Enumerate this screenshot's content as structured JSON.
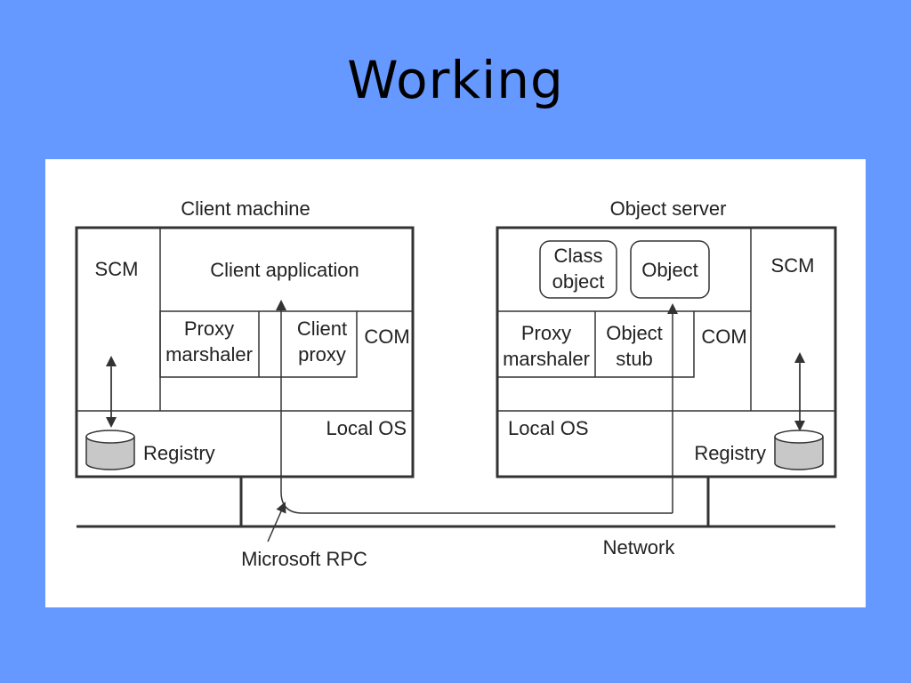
{
  "slide": {
    "title": "Working"
  },
  "colors": {
    "background": "#6699ff",
    "panel": "#ffffff",
    "line": "#333333",
    "cylinder": "#c8c8c8"
  },
  "diagram": {
    "client": {
      "heading": "Client machine",
      "scm": "SCM",
      "app": "Client application",
      "proxy_marshaler": [
        "Proxy",
        "marshaler"
      ],
      "client_proxy": [
        "Client",
        "proxy"
      ],
      "com": "COM",
      "local_os": "Local OS",
      "registry": "Registry"
    },
    "server": {
      "heading": "Object server",
      "class_object": [
        "Class",
        "object"
      ],
      "object": "Object",
      "scm": "SCM",
      "proxy_marshaler": [
        "Proxy",
        "marshaler"
      ],
      "object_stub": [
        "Object",
        "stub"
      ],
      "com": "COM",
      "local_os": "Local OS",
      "registry": "Registry"
    },
    "network": "Network",
    "rpc": "Microsoft RPC"
  }
}
